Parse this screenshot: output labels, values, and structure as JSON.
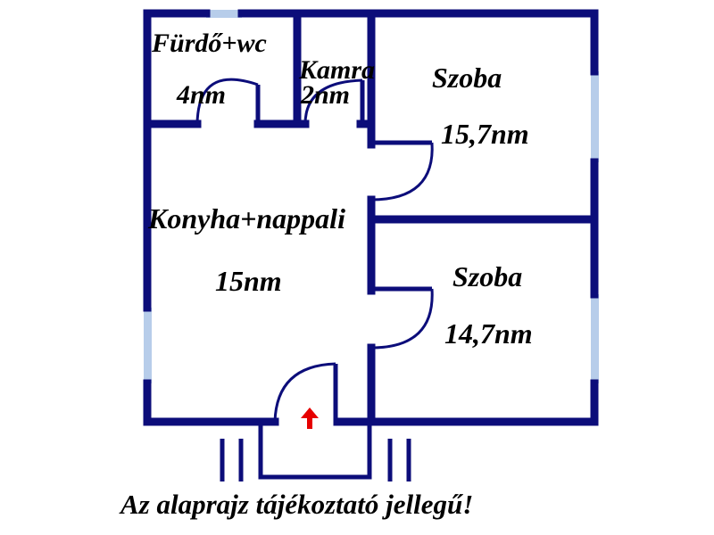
{
  "colors": {
    "wall": "#0c0d7a",
    "window": "#b7cdea",
    "entrance_arrow": "#e60000",
    "text": "#000000",
    "background": "#ffffff"
  },
  "rooms": {
    "bathroom": {
      "name": "Fürdő+wc",
      "area": "4nm"
    },
    "pantry": {
      "name": "Kamra",
      "area": "2nm"
    },
    "room_top": {
      "name": "Szoba",
      "area": "15,7nm"
    },
    "living": {
      "name": "Konyha+nappali",
      "area": "15nm"
    },
    "room_bottom": {
      "name": "Szoba",
      "area": "14,7nm"
    }
  },
  "icons": {
    "entrance": "entrance-arrow-icon"
  },
  "disclaimer": "Az alaprajz tájékoztató jellegű!"
}
